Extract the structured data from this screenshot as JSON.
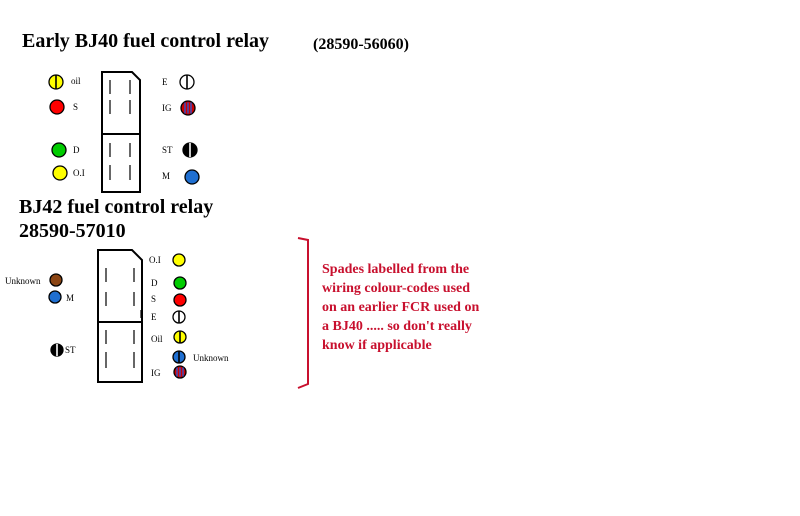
{
  "diagram1": {
    "title": "Early BJ40 fuel control relay",
    "part_number": "(28590-56060)",
    "left_terminals": [
      {
        "label": "oil",
        "fill": "#ffff00",
        "pattern": "split-v"
      },
      {
        "label": "S",
        "fill": "#ff0000",
        "pattern": "solid"
      },
      {
        "label": "D",
        "fill": "#00cc00",
        "pattern": "solid"
      },
      {
        "label": "O.I",
        "fill": "#ffff00",
        "pattern": "solid"
      }
    ],
    "right_terminals": [
      {
        "label": "E",
        "fill": "#ffffff",
        "pattern": "split-v"
      },
      {
        "label": "IG",
        "fill": "#cc0000",
        "stripe": "#3355cc",
        "pattern": "striped"
      },
      {
        "label": "ST",
        "fill": "#000000",
        "pattern": "split-v"
      },
      {
        "label": "M",
        "fill": "#1f6fd1",
        "pattern": "solid"
      }
    ]
  },
  "diagram2": {
    "title": "BJ42 fuel control relay",
    "part_number": "28590-57010",
    "left_terminals": [
      {
        "label": "Unknown",
        "fill": "#8b4513",
        "pattern": "solid"
      },
      {
        "label": "M",
        "fill": "#1f6fd1",
        "pattern": "solid"
      },
      {
        "label": "ST",
        "fill": "#000000",
        "pattern": "split-v"
      }
    ],
    "right_terminals": [
      {
        "label": "O.I",
        "fill": "#ffff00",
        "pattern": "solid"
      },
      {
        "label": "D",
        "fill": "#00cc00",
        "pattern": "solid"
      },
      {
        "label": "S",
        "fill": "#ff0000",
        "pattern": "solid"
      },
      {
        "label": "E",
        "fill": "#ffffff",
        "pattern": "split-v"
      },
      {
        "label": "Oil",
        "fill": "#ffff00",
        "pattern": "split-v"
      },
      {
        "label": "Unknown",
        "fill": "#1f6fd1",
        "pattern": "split-v"
      },
      {
        "label": "IG",
        "fill": "#cc0000",
        "stripe": "#3355cc",
        "pattern": "striped"
      }
    ]
  },
  "note": {
    "lines": [
      "Spades labelled from the",
      "wiring colour-codes used",
      "on an earlier FCR used on",
      "a BJ40 ..... so don't really",
      "know if applicable"
    ],
    "color": "#c8102e"
  }
}
